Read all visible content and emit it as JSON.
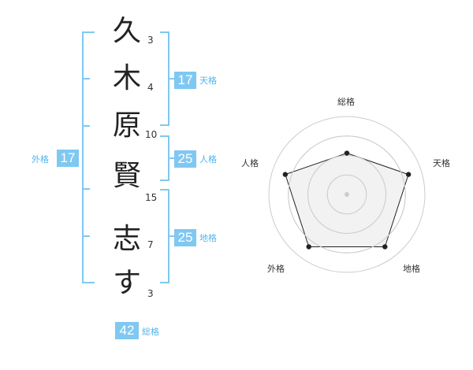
{
  "chars": [
    "久",
    "木",
    "原",
    "賢",
    "志",
    "す"
  ],
  "strokes": [
    "3",
    "4",
    "10",
    "15",
    "7",
    "3"
  ],
  "groups": {
    "tenkaku": {
      "value": "17",
      "label": "天格"
    },
    "jinkaku": {
      "value": "25",
      "label": "人格"
    },
    "chikaku": {
      "value": "25",
      "label": "地格"
    },
    "gaikaku": {
      "value": "17",
      "label": "外格"
    },
    "soukaku": {
      "value": "42",
      "label": "総格"
    }
  },
  "colors": {
    "accent": "#7fc8f2",
    "label": "#55b5ec",
    "radar_fill": "#eeeeee",
    "radar_ring": "#cccccc"
  },
  "chart_data": {
    "type": "radar",
    "axes": [
      "総格",
      "天格",
      "地格",
      "外格",
      "人格"
    ],
    "values": [
      0.53,
      0.83,
      0.83,
      0.83,
      0.83
    ],
    "rmax": 1,
    "rings": 4
  }
}
